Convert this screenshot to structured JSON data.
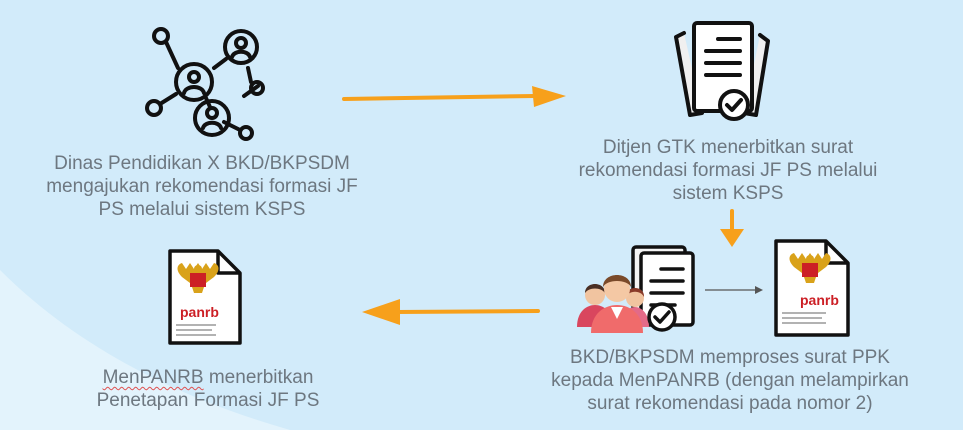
{
  "colors": {
    "background": "#d2ebfa",
    "wave": "#e3f3fc",
    "arrow": "#f7a01b",
    "text": "#6d7780",
    "icon_stroke": "#111111",
    "panrb_red": "#cc1f25",
    "garuda_gold": "#d9a21a"
  },
  "steps": [
    {
      "id": 1,
      "icon": "network-people-icon",
      "lines": [
        "Dinas Pendidikan X BKD/BKPSDM",
        "mengajukan rekomendasi formasi JF",
        "PS melalui sistem KSPS"
      ]
    },
    {
      "id": 2,
      "icon": "certified-document-icon",
      "lines": [
        "Ditjen GTK menerbitkan surat",
        "rekomendasi formasi JF PS melalui",
        "sistem KSPS"
      ]
    },
    {
      "id": 3,
      "icon": "people-document-icon",
      "lines": [
        "BKD/BKPSDM memproses surat PPK",
        "kepada MenPANRB (dengan melampirkan",
        "surat rekomendasi pada nomor 2)"
      ]
    },
    {
      "id": 4,
      "icon": "panrb-document-icon",
      "line1_word": "MenPANRB",
      "line1_rest": " menerbitkan",
      "line2": "Penetapan Formasi JF PS"
    }
  ],
  "logo_text": "panrb"
}
